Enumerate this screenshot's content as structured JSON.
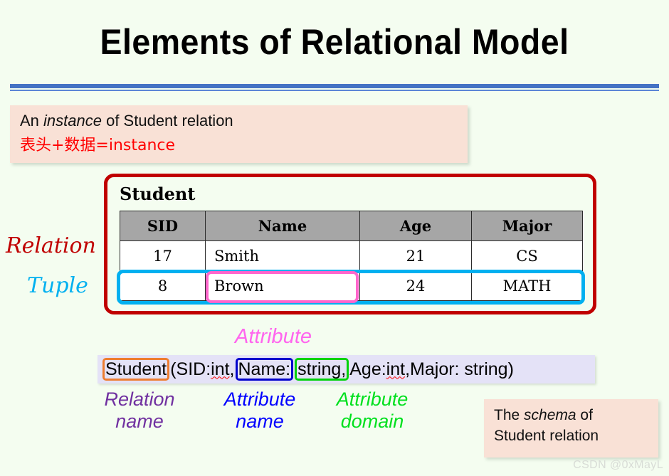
{
  "slide": {
    "title": "Elements of Relational Model",
    "background_color": "#f4fdf0",
    "divider_color": "#4472c4"
  },
  "instance_callout": {
    "line1_prefix": "An ",
    "line1_emphasis": "instance",
    "line1_suffix": " of Student relation",
    "line2": "表头+数据=instance",
    "background_color": "#f9e1d6",
    "line2_color": "#ff0000"
  },
  "side_labels": {
    "relation": "Relation",
    "relation_color": "#c00000",
    "tuple": "Tuple",
    "tuple_color": "#00b0f0"
  },
  "relation": {
    "name": "Student",
    "box_color": "#c00000",
    "table": {
      "columns": [
        "SID",
        "Name",
        "Age",
        "Major"
      ],
      "rows": [
        [
          "17",
          "Smith",
          "21",
          "CS"
        ],
        [
          "8",
          "Brown",
          "24",
          "MATH"
        ]
      ],
      "header_background": "#a6a6a6",
      "tuple_highlight_color": "#00b0f0",
      "attribute_highlight_color": "#ff66cc"
    }
  },
  "attribute_label": {
    "text": "Attribute",
    "color": "#ff66ee"
  },
  "schema": {
    "background_color": "#e4e2f7",
    "tokens": {
      "relation_name": "Student",
      "open_paren": "(",
      "sid_label": "SID: ",
      "sid_type": "int",
      "comma1": ", ",
      "name_label": "Name:",
      "name_type": "string,",
      "age_label": " Age: ",
      "age_type": "int",
      "comma2": ", ",
      "major_label": "Major: string",
      "close_paren": ")"
    },
    "box_colors": {
      "relation_name": "#ed7d31",
      "attribute_name": "#0000cc",
      "attribute_domain": "#00d20a"
    }
  },
  "legend": {
    "relation_name": "Relation\nname",
    "relation_name_color": "#7030a0",
    "attribute_name": "Attribute\nname",
    "attribute_name_color": "#0000ff",
    "attribute_domain": "Attribute\ndomain",
    "attribute_domain_color": "#00e01e"
  },
  "schema_callout": {
    "prefix": "The ",
    "emphasis": "schema",
    "suffix": " of",
    "line2": "Student relation",
    "background_color": "#f9e1d6"
  },
  "watermark": {
    "text": "CSDN @0xMayL"
  }
}
